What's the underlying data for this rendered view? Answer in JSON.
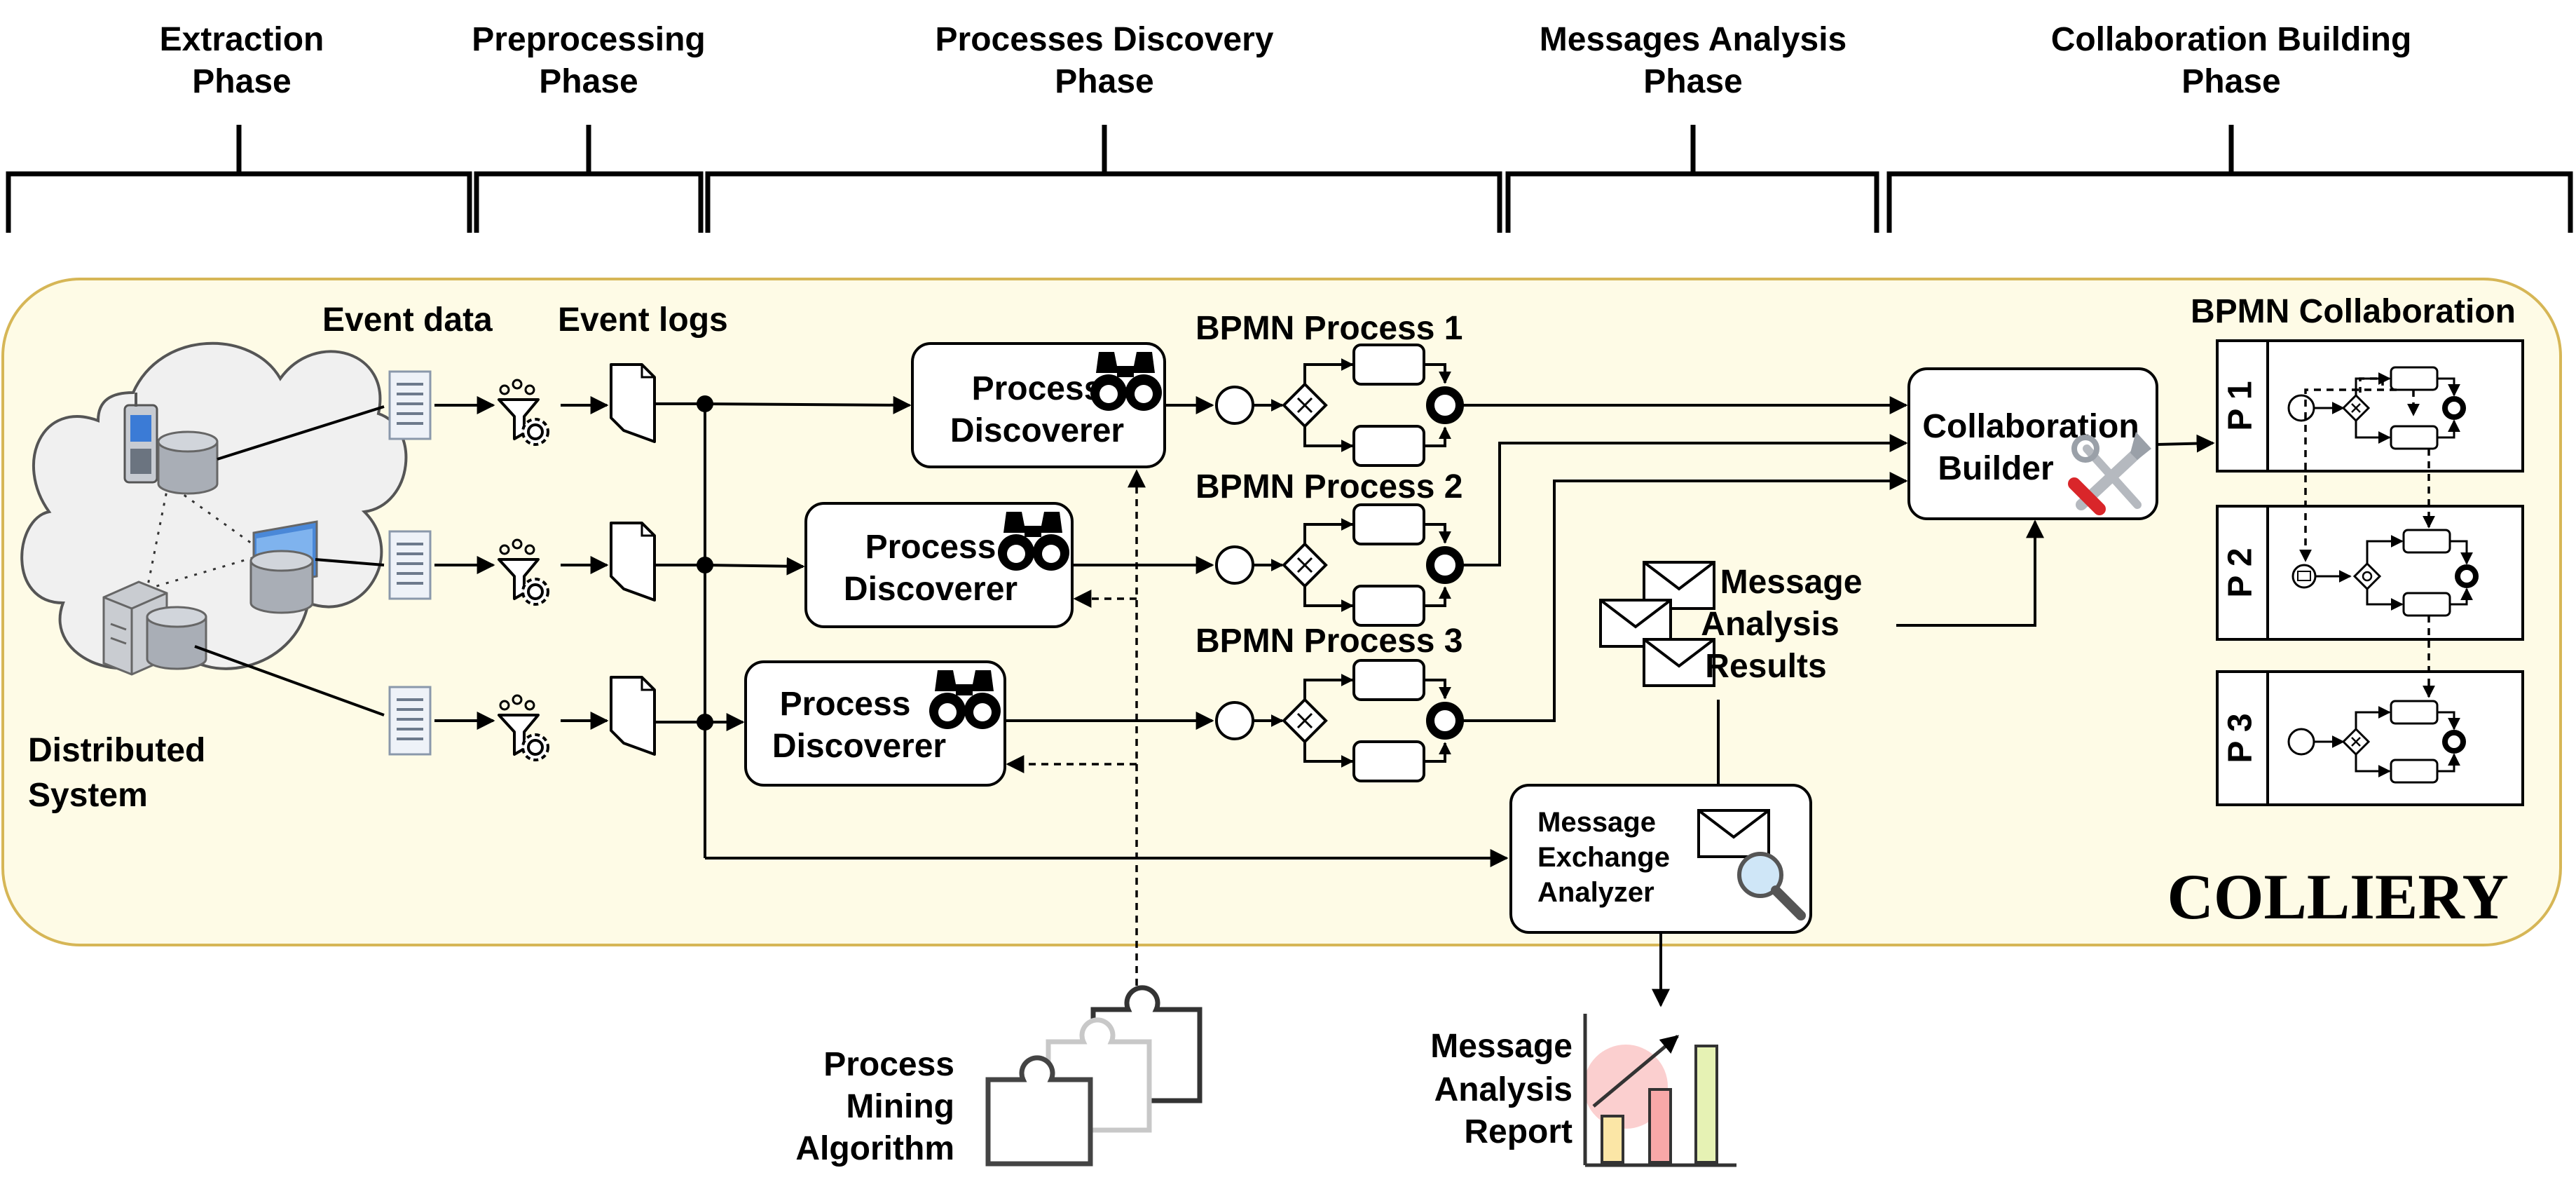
{
  "phases": [
    {
      "line1": "Extraction",
      "line2": "Phase"
    },
    {
      "line1": "Preprocessing",
      "line2": "Phase"
    },
    {
      "line1": "Processes Discovery",
      "line2": "Phase"
    },
    {
      "line1": "Messages Analysis",
      "line2": "Phase"
    },
    {
      "line1": "Collaboration Building",
      "line2": "Phase"
    }
  ],
  "labels": {
    "event_data": "Event data",
    "event_logs": "Event logs",
    "distributed_line1": "Distributed",
    "distributed_line2": "System",
    "bpmn_process_1": "BPMN Process 1",
    "bpmn_process_2": "BPMN Process 2",
    "bpmn_process_3": "BPMN Process 3",
    "bpmn_collaboration": "BPMN Collaboration",
    "colliery": "COLLIERY",
    "mar_line1": "Message",
    "mar_line2": "Analysis",
    "mar_line3": "Results",
    "report_line1": "Message",
    "report_line2": "Analysis",
    "report_line3": "Report",
    "algo_line1": "Process",
    "algo_line2": "Mining",
    "algo_line3": "Algorithm"
  },
  "boxes": {
    "discoverer_line1": "Process",
    "discoverer_line2": "Discoverer",
    "builder_line1": "Collaboration",
    "builder_line2": "Builder",
    "analyzer_line1": "Message",
    "analyzer_line2": "Exchange",
    "analyzer_line3": "Analyzer"
  },
  "pools": [
    "P 1",
    "P 2",
    "P 3"
  ],
  "colors": {
    "panel_fill": "#fefbe6",
    "panel_stroke": "#d6b656",
    "cloud_fill": "#f0f0f0",
    "chart_red": "#f8a8a8",
    "chart_yellow": "#fbe6a6",
    "chart_green": "#e6f2b4"
  }
}
